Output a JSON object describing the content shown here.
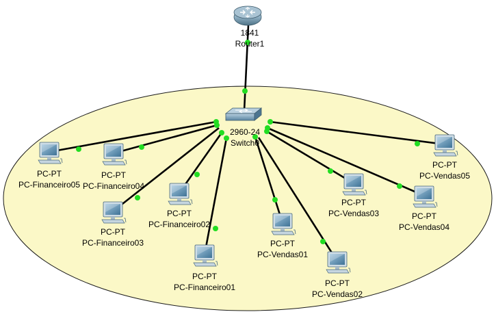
{
  "colors": {
    "zone_fill": "#fbf8c7",
    "zone_stroke": "#1a1a1a",
    "link": "#000000",
    "link_up": "#22dd22",
    "router_body": "#6f93a8",
    "switch_body": "#6f97b0",
    "pc_screen": "#5b8fb0"
  },
  "router": {
    "model": "1841",
    "name": "Router1",
    "icon": "router-icon"
  },
  "switch": {
    "model": "2960-24",
    "name": "Switch0",
    "icon": "switch-icon"
  },
  "pcs": [
    {
      "type": "PC-PT",
      "name": "PC-Financeiro05",
      "icon": "pc-icon"
    },
    {
      "type": "PC-PT",
      "name": "PC-Financeiro04",
      "icon": "pc-icon"
    },
    {
      "type": "PC-PT",
      "name": "PC-Financeiro03",
      "icon": "pc-icon"
    },
    {
      "type": "PC-PT",
      "name": "PC-Financeiro02",
      "icon": "pc-icon"
    },
    {
      "type": "PC-PT",
      "name": "PC-Financeiro01",
      "icon": "pc-icon"
    },
    {
      "type": "PC-PT",
      "name": "PC-Vendas01",
      "icon": "pc-icon"
    },
    {
      "type": "PC-PT",
      "name": "PC-Vendas02",
      "icon": "pc-icon"
    },
    {
      "type": "PC-PT",
      "name": "PC-Vendas03",
      "icon": "pc-icon"
    },
    {
      "type": "PC-PT",
      "name": "PC-Vendas04",
      "icon": "pc-icon"
    },
    {
      "type": "PC-PT",
      "name": "PC-Vendas05",
      "icon": "pc-icon"
    }
  ]
}
